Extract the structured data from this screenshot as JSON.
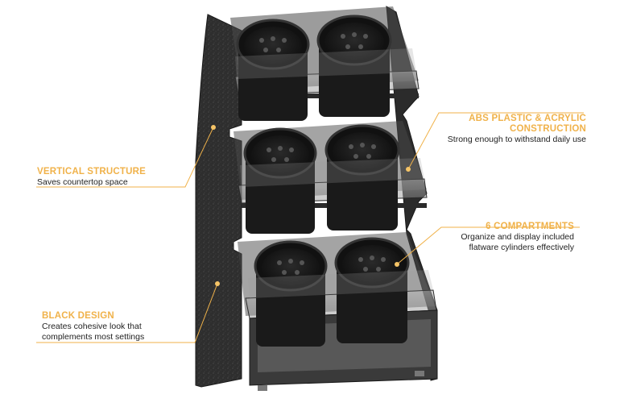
{
  "callouts": {
    "vertical": {
      "title": "VERTICAL STRUCTURE",
      "desc": "Saves countertop space"
    },
    "black": {
      "title": "BLACK DESIGN",
      "desc_line1": "Creates cohesive look that",
      "desc_line2": "complements most settings"
    },
    "abs": {
      "title_line1": "ABS PLASTIC & ACRYLIC",
      "title_line2": "CONSTRUCTION",
      "desc": "Strong enough to withstand daily use"
    },
    "compartments": {
      "title": "6 COMPARTMENTS",
      "desc_line1": "Organize and display included",
      "desc_line2": "flatware cylinders effectively"
    }
  },
  "colors": {
    "accent": "#f0b24a",
    "frame": "#2b2b2b",
    "text": "#222222"
  },
  "icons": {
    "product": "flatware-organizer-rack"
  }
}
